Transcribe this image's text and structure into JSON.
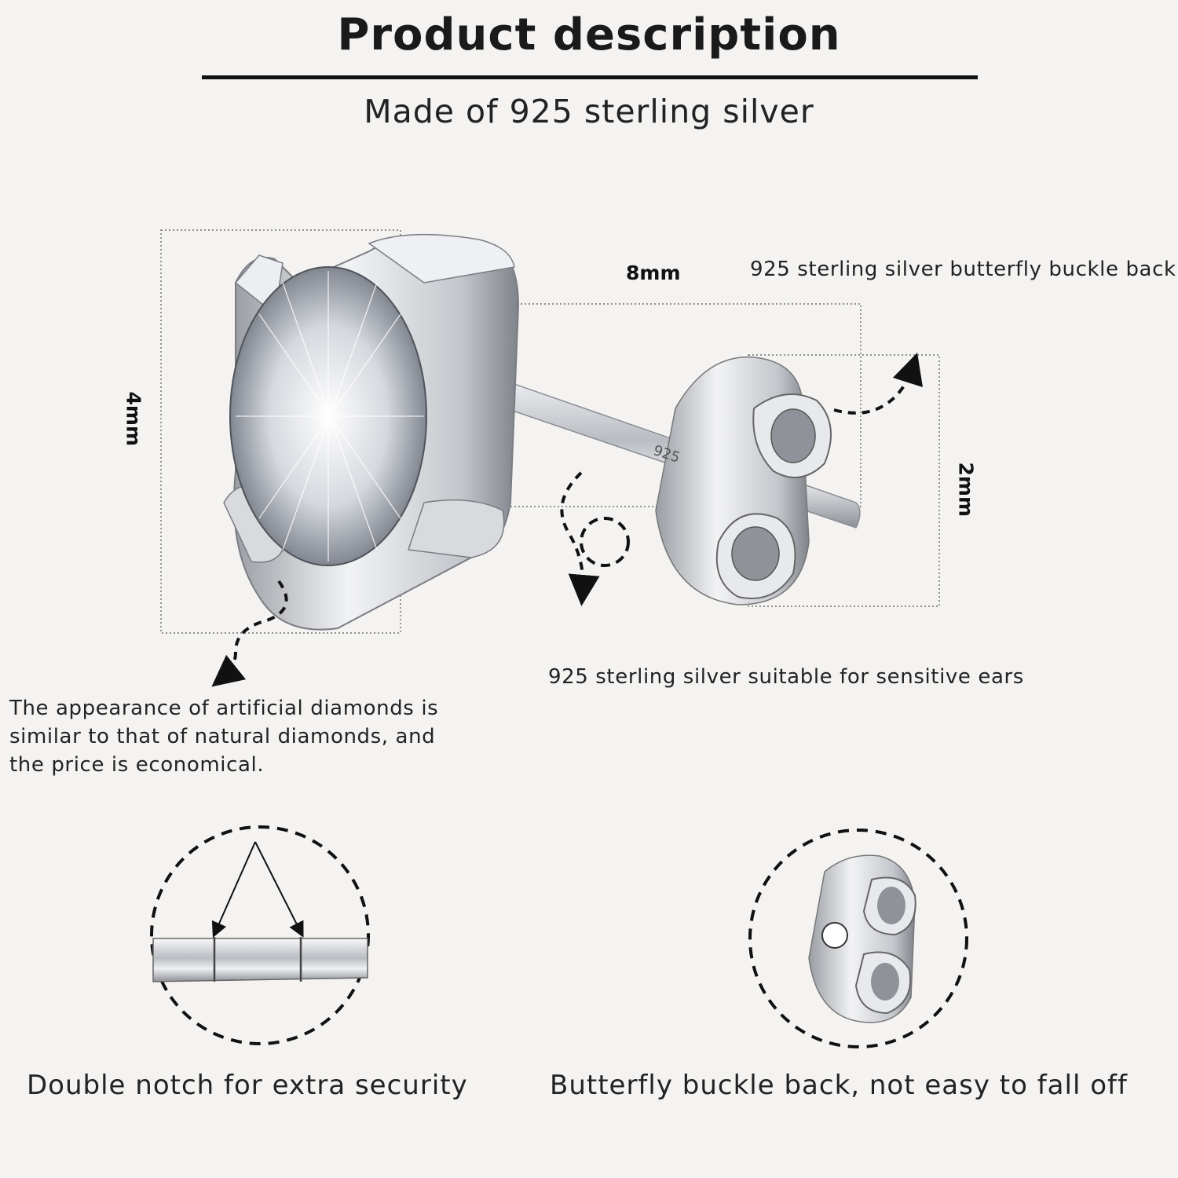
{
  "header": {
    "title": "Product description",
    "subtitle": "Made of 925 sterling silver"
  },
  "dimensions": {
    "length": "8mm",
    "height": "4mm",
    "back_size": "2mm"
  },
  "stamp": "925",
  "notes": {
    "butterfly_back": "925 sterling silver butterfly buckle back",
    "sensitive_ears": "925 sterling silver suitable for sensitive ears",
    "diamond_line1": "The appearance of artificial diamonds is",
    "diamond_line2": "similar to that of natural diamonds, and",
    "diamond_line3": "the price is economical."
  },
  "features": [
    {
      "caption": "Double notch for extra security"
    },
    {
      "caption": "Butterfly buckle back, not easy to fall off"
    }
  ],
  "colors": {
    "background": "#f4f3f1",
    "silver": "#c9cbd0",
    "ink": "#111111"
  }
}
